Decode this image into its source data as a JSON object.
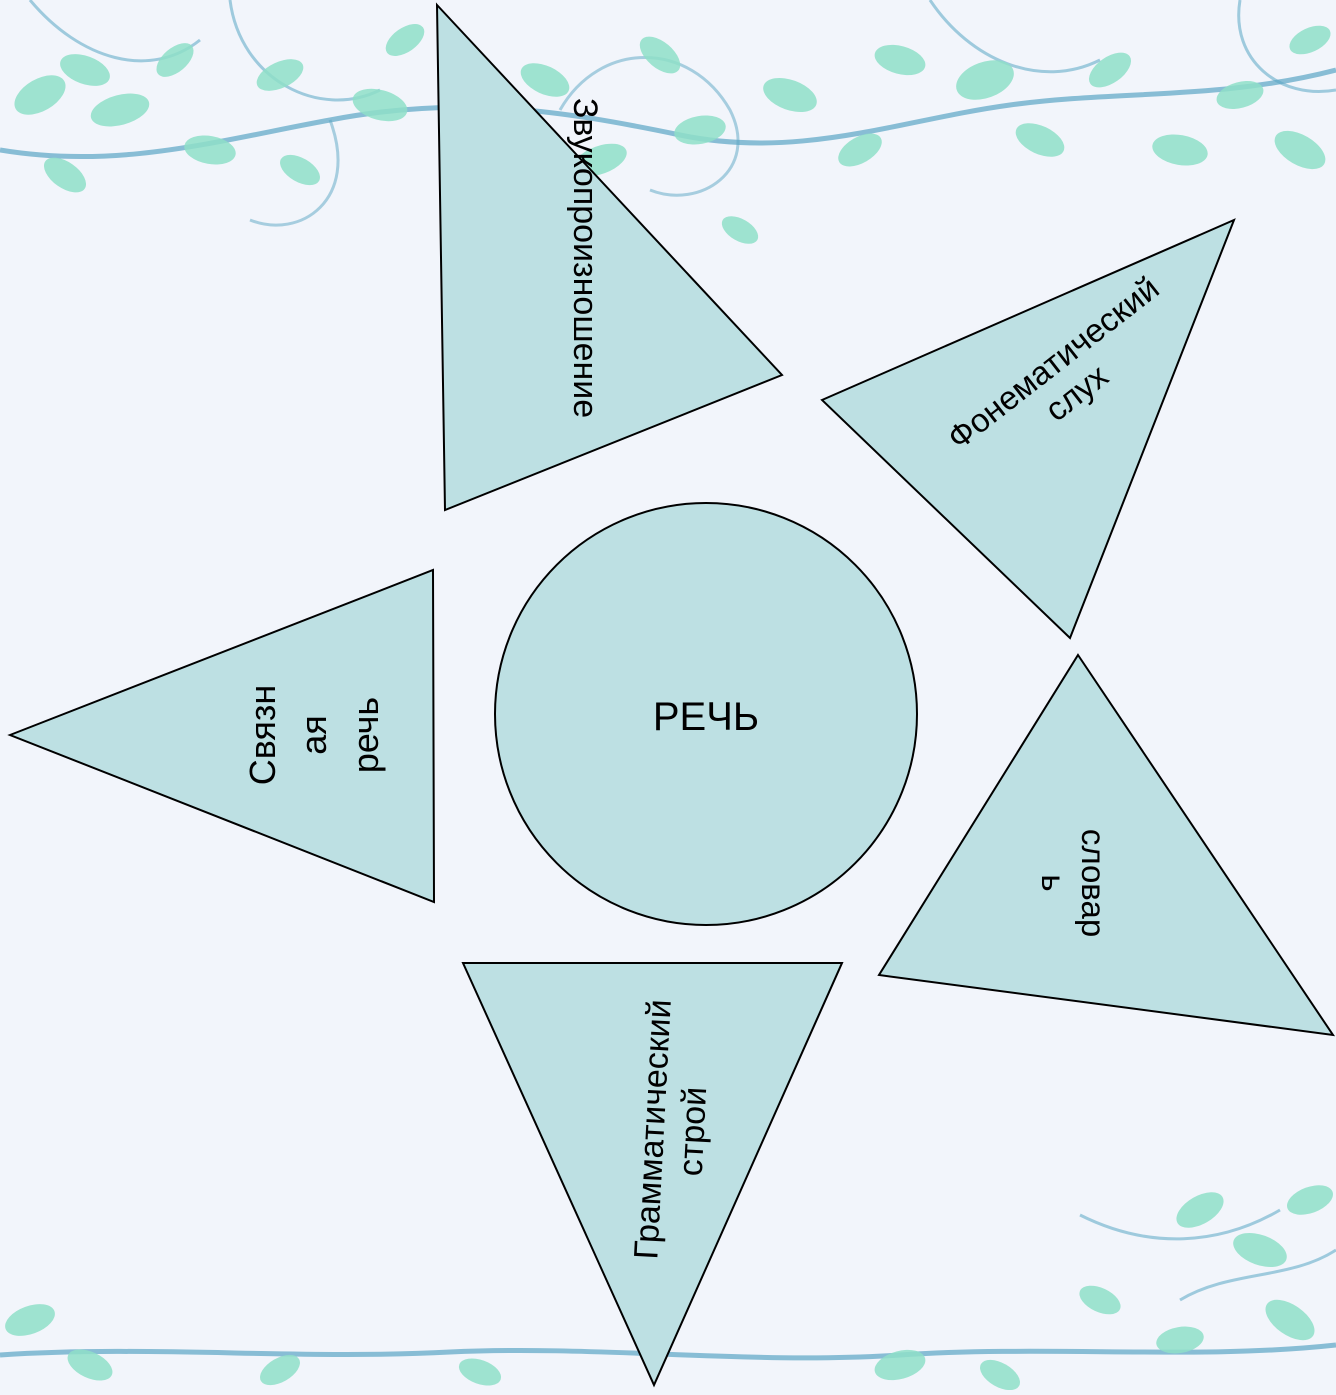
{
  "slide": {
    "background_color": "#f2f5fb",
    "decoration": "leafy-vine-border",
    "leaf_color": "#8fe0c8",
    "vine_color": "#4f9ec0"
  },
  "center": {
    "label": "РЕЧЬ",
    "fill": "#bde0e3",
    "stroke": "#000000"
  },
  "segments": {
    "sound": {
      "label": "Звукопроизношение"
    },
    "phonemic": {
      "line1": "Фонематический",
      "line2": "слух"
    },
    "vocab": {
      "line1": "словар",
      "line2": "ь"
    },
    "grammar": {
      "line1": "Грамматический",
      "line2": "строй"
    },
    "coherent": {
      "line1": "Связн",
      "line2": "ая",
      "line3": "речь"
    }
  }
}
